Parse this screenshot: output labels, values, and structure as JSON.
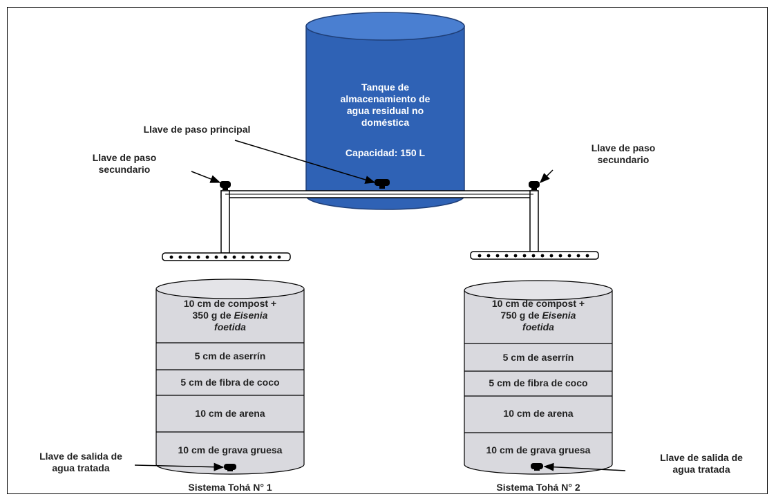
{
  "tank": {
    "line1": "Tanque de",
    "line2": "almacenamiento de",
    "line3": "agua residual no",
    "line4": "doméstica",
    "capacity": "Capacidad: 150 L"
  },
  "labels": {
    "main_valve": "Llave de paso principal",
    "secondary_valve_left_1": "Llave de paso",
    "secondary_valve_left_2": "secundario",
    "secondary_valve_right_1": "Llave de paso",
    "secondary_valve_right_2": "secundario",
    "outlet_left_1": "Llave de salida de",
    "outlet_left_2": "agua tratada",
    "outlet_right_1": "Llave de salida de",
    "outlet_right_2": "agua tratada"
  },
  "system1": {
    "name": "Sistema Tohá N° 1",
    "layer1_line1": "10 cm de compost +",
    "layer1_line2_prefix": "350 g de ",
    "layer1_line2_italic": "Eisenia",
    "layer1_line3": "foetida",
    "layer2": "5 cm de aserrín",
    "layer3": "5 cm de fibra de coco",
    "layer4": "10 cm de arena",
    "layer5": "10 cm de grava gruesa"
  },
  "system2": {
    "name": "Sistema Tohá N° 2",
    "layer1_line1": "10 cm de compost +",
    "layer1_line2_prefix": "750 g de ",
    "layer1_line2_italic": "Eisenia",
    "layer1_line3": "foetida",
    "layer2": "5 cm de aserrín",
    "layer3": "5 cm de fibra de coco",
    "layer4": "10 cm de arena",
    "layer5": "10 cm de grava gruesa"
  },
  "colors": {
    "tank_blue": "#2f62b5",
    "tank_top": "#4a7fd1",
    "column_fill": "#d9d9de"
  }
}
